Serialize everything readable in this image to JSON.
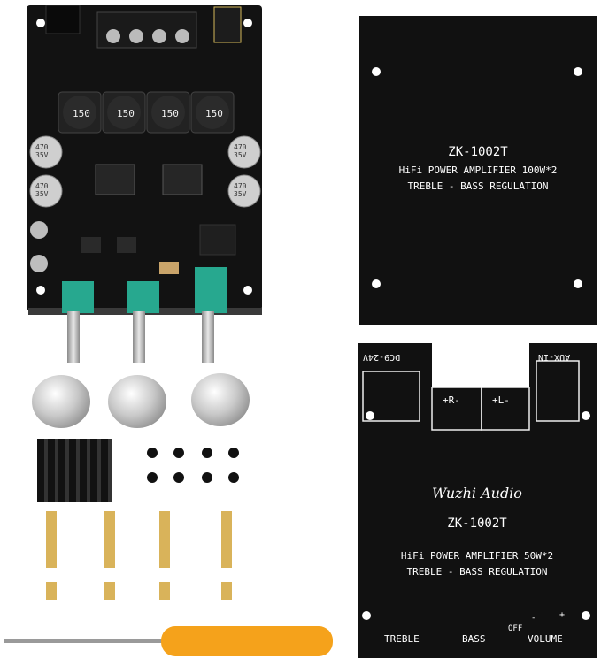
{
  "top_panel": {
    "model": "ZK-1002T",
    "line1": "HiFi POWER AMPLIFIER 100W*2",
    "line2": "TREBLE - BASS  REGULATION"
  },
  "bottom_panel": {
    "dc_label": "DC9-24V",
    "aux_label": "AUX-IN",
    "right_label": "+R-",
    "left_label": "+L-",
    "brand": "Wuzhi Audio",
    "model": "ZK-1002T",
    "line1": "HiFi POWER AMPLIFIER 50W*2",
    "line2": "TREBLE - BASS  REGULATION",
    "treble": "TREBLE",
    "bass": "BASS",
    "off": "OFF",
    "minus": "-",
    "plus": "+",
    "volume": "VOLUME"
  },
  "board": {
    "inductors": [
      "150",
      "150",
      "150",
      "150"
    ],
    "caps_left": [
      "470\n35V",
      "470\n35V"
    ],
    "caps_right": [
      "470\n35V",
      "470\n35V"
    ]
  },
  "colors": {
    "pcb": "#141414",
    "panel": "#0e0e0e",
    "pot_green": "#27a88f",
    "brass": "#d9b35a",
    "handle": "#f5a21b"
  }
}
